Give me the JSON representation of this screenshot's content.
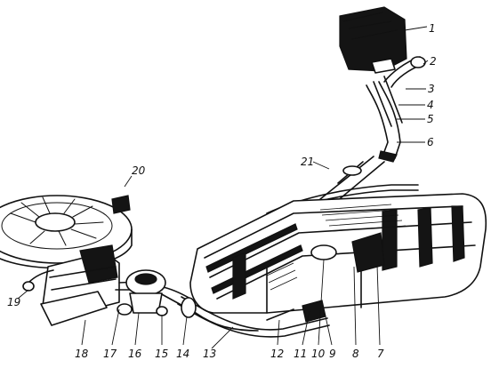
{
  "labels": [
    {
      "id": "1",
      "text": "1"
    },
    {
      "id": "2",
      "text": "2"
    },
    {
      "id": "3",
      "text": "3"
    },
    {
      "id": "4",
      "text": "4"
    },
    {
      "id": "5",
      "text": "5"
    },
    {
      "id": "6",
      "text": "6"
    },
    {
      "id": "7",
      "text": "7"
    },
    {
      "id": "8",
      "text": "8"
    },
    {
      "id": "9",
      "text": "9"
    },
    {
      "id": "10",
      "text": "10"
    },
    {
      "id": "11",
      "text": "11"
    },
    {
      "id": "12",
      "text": "12"
    },
    {
      "id": "13",
      "text": "13"
    },
    {
      "id": "14",
      "text": "14"
    },
    {
      "id": "15",
      "text": "15"
    },
    {
      "id": "16",
      "text": "16"
    },
    {
      "id": "17",
      "text": "17"
    },
    {
      "id": "18",
      "text": "18"
    },
    {
      "id": "19",
      "text": "19"
    },
    {
      "id": "20",
      "text": "20"
    },
    {
      "id": "21",
      "text": "21"
    }
  ]
}
